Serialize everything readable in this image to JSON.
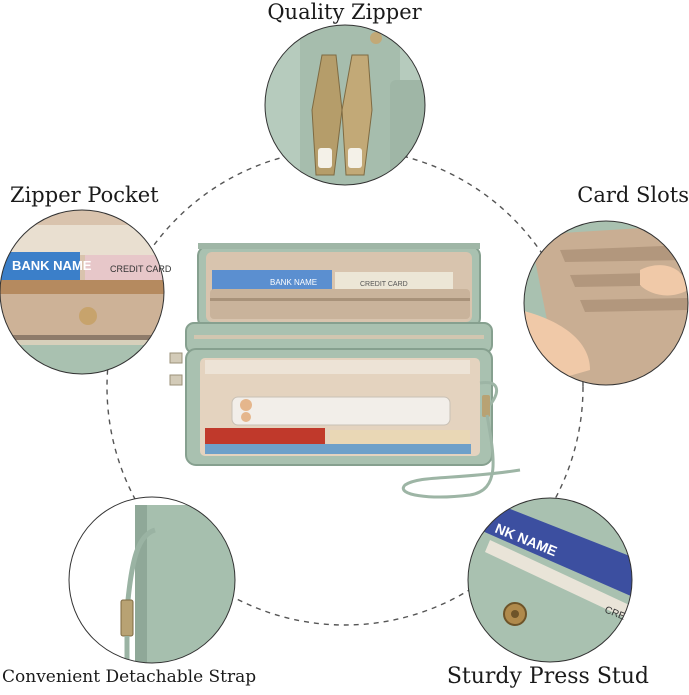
{
  "callouts": {
    "quality_zipper": "Quality Zipper",
    "zipper_pocket": "Zipper Pocket",
    "card_slots": "Card Slots",
    "strap": "Convenient Detachable Strap",
    "press_stud": "Sturdy Press Stud"
  },
  "card_texts": {
    "bank_name": "BANK NAME",
    "credit_card": "CREDIT CARD",
    "bank_name_short": "NK NAME",
    "cre": "CRE"
  },
  "colors": {
    "leather": "#a9c1b0",
    "leather_dark": "#86a08f",
    "lining": "#d9c3ad",
    "metal": "#b8a273",
    "card_blue": "#3c4fa0"
  }
}
